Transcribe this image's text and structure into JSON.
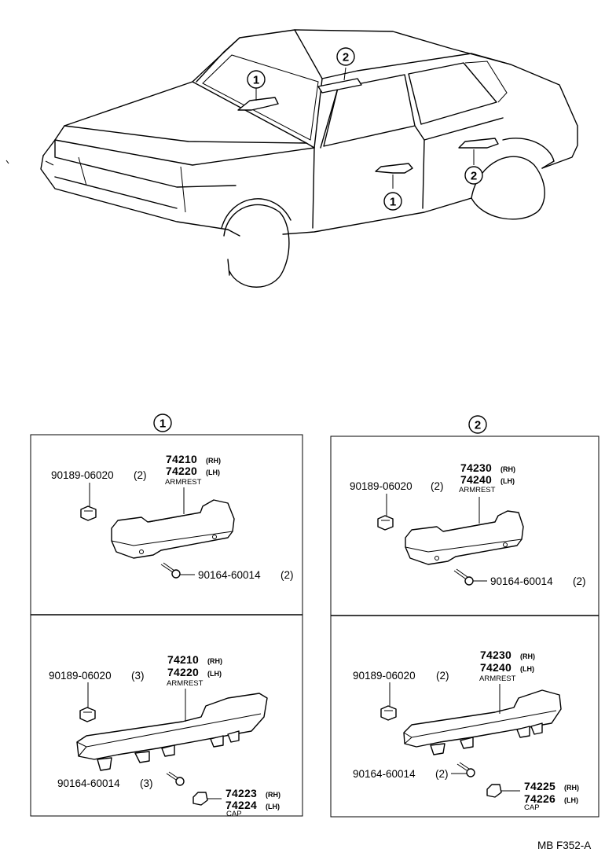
{
  "callouts": {
    "one": "1",
    "two": "2"
  },
  "panel1_top": {
    "clip_part": "90189-06020",
    "clip_qty": "(2)",
    "armrest_part_rh": "74210",
    "armrest_rh": "(RH)",
    "armrest_part_lh": "74220",
    "armrest_lh": "(LH)",
    "armrest_label": "ARMREST",
    "screw_part": "90164-60014",
    "screw_qty": "(2)"
  },
  "panel1_bottom": {
    "clip_part": "90189-06020",
    "clip_qty": "(3)",
    "armrest_part_rh": "74210",
    "armrest_rh": "(RH)",
    "armrest_part_lh": "74220",
    "armrest_lh": "(LH)",
    "armrest_label": "ARMREST",
    "screw_part": "90164-60014",
    "screw_qty": "(3)",
    "cap_part_rh": "74223",
    "cap_rh": "(RH)",
    "cap_part_lh": "74224",
    "cap_lh": "(LH)",
    "cap_label": "CAP"
  },
  "panel2_top": {
    "clip_part": "90189-06020",
    "clip_qty": "(2)",
    "armrest_part_rh": "74230",
    "armrest_rh": "(RH)",
    "armrest_part_lh": "74240",
    "armrest_lh": "(LH)",
    "armrest_label": "ARMREST",
    "screw_part": "90164-60014",
    "screw_qty": "(2)"
  },
  "panel2_bottom": {
    "clip_part": "90189-06020",
    "clip_qty": "(2)",
    "armrest_part_rh": "74230",
    "armrest_rh": "(RH)",
    "armrest_part_lh": "74240",
    "armrest_lh": "(LH)",
    "armrest_label": "ARMREST",
    "screw_part": "90164-60014",
    "screw_qty": "(2)",
    "cap_part_rh": "74225",
    "cap_rh": "(RH)",
    "cap_part_lh": "74226",
    "cap_lh": "(LH)",
    "cap_label": "CAP"
  },
  "figure_code": "MB F352-A"
}
